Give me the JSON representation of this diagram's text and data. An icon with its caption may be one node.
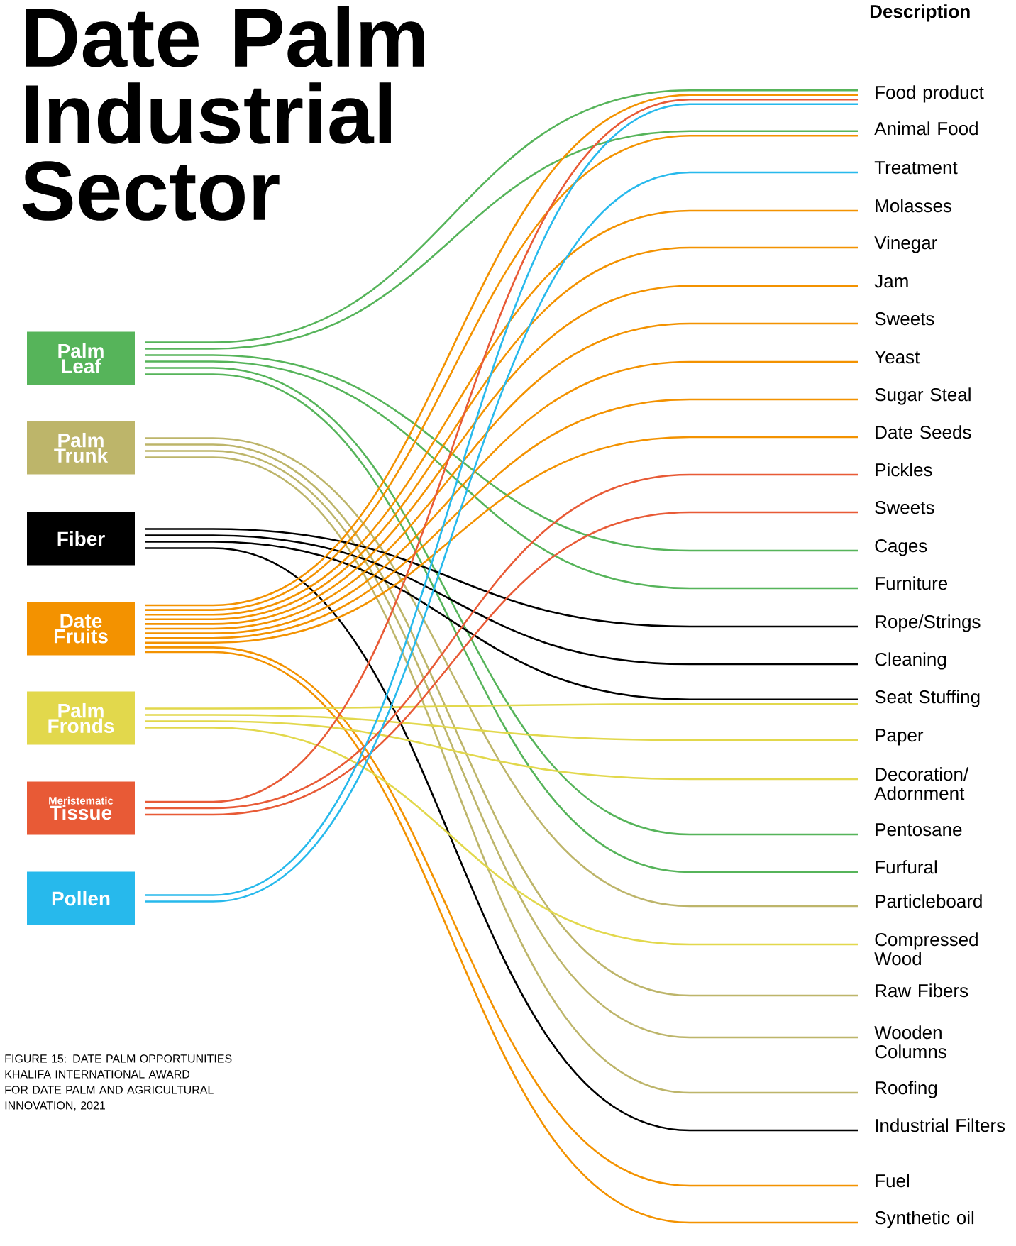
{
  "diagram": {
    "title": "Date Palm Industrial Sector",
    "caption": "FIGURE 15: DATE PALM OPPORTUNITIES KHALIFA INTERNATIONAL AWARD FOR DATE PALM AND AGRICULTURAL INNOVATION, 2021",
    "nodes": [
      {
        "text": [
          "Palm Leaf"
        ]
      },
      {
        "text": [
          "Palm Trunk"
        ]
      },
      {
        "text": [
          "Fiber"
        ]
      },
      {
        "text": [
          "Date Fruits"
        ]
      },
      {
        "text": [
          "Palm Fronds"
        ]
      },
      {
        "text": [
          "Meristematic",
          "Tissue"
        ]
      },
      {
        "text": [
          "Pollen"
        ]
      },
      {
        "text": [
          "Food product"
        ]
      },
      {
        "text": [
          "Animal Food"
        ]
      },
      {
        "text": [
          "Treatment"
        ]
      },
      {
        "text": [
          "Molasses"
        ]
      },
      {
        "text": [
          "Vinegar"
        ]
      },
      {
        "text": [
          "Jam"
        ]
      },
      {
        "text": [
          "Sweets"
        ]
      },
      {
        "text": [
          "Yeast"
        ]
      },
      {
        "text": [
          "Sugar Steal"
        ]
      },
      {
        "text": [
          "Date Seeds"
        ]
      },
      {
        "text": [
          "Pickles"
        ]
      },
      {
        "text": [
          "Sweets"
        ]
      },
      {
        "text": [
          "Cages"
        ]
      },
      {
        "text": [
          "Furniture"
        ]
      },
      {
        "text": [
          "Rope/Strings"
        ]
      },
      {
        "text": [
          "Cleaning"
        ]
      },
      {
        "text": [
          "Seat Stuffing"
        ]
      },
      {
        "text": [
          "Paper"
        ]
      },
      {
        "text": [
          "Decoration/ Adornment"
        ]
      },
      {
        "text": [
          "Pentosane"
        ]
      },
      {
        "text": [
          "Furfural"
        ]
      },
      {
        "text": [
          "Particleboard"
        ]
      },
      {
        "text": [
          "Compressed Wood"
        ]
      },
      {
        "text": [
          "Raw Fibers"
        ]
      },
      {
        "text": [
          "Wooden Columns"
        ]
      },
      {
        "text": [
          "Roofing"
        ]
      },
      {
        "text": [
          "Industrial Filters"
        ]
      },
      {
        "text": [
          "Fuel"
        ]
      },
      {
        "text": [
          "Synthetic oil"
        ]
      }
    ],
    "edges": [
      {
        "from": 0,
        "to": 7,
        "arrow": "none",
        "color": "#56b45a"
      },
      {
        "from": 0,
        "to": 8,
        "arrow": "none",
        "color": "#56b45a"
      },
      {
        "from": 0,
        "to": 19,
        "arrow": "none",
        "color": "#56b45a"
      },
      {
        "from": 0,
        "to": 20,
        "arrow": "none",
        "color": "#56b45a"
      },
      {
        "from": 0,
        "to": 26,
        "arrow": "none",
        "color": "#56b45a"
      },
      {
        "from": 0,
        "to": 27,
        "arrow": "none",
        "color": "#56b45a"
      },
      {
        "from": 1,
        "to": 28,
        "arrow": "none",
        "color": "#bdb56a"
      },
      {
        "from": 1,
        "to": 30,
        "arrow": "none",
        "color": "#bdb56a"
      },
      {
        "from": 1,
        "to": 31,
        "arrow": "none",
        "color": "#bdb56a"
      },
      {
        "from": 1,
        "to": 32,
        "arrow": "none",
        "color": "#bdb56a"
      },
      {
        "from": 2,
        "to": 21,
        "arrow": "none",
        "color": "#000000"
      },
      {
        "from": 2,
        "to": 22,
        "arrow": "none",
        "color": "#000000"
      },
      {
        "from": 2,
        "to": 23,
        "arrow": "none",
        "color": "#000000"
      },
      {
        "from": 2,
        "to": 33,
        "arrow": "none",
        "color": "#000000"
      },
      {
        "from": 3,
        "to": 7,
        "arrow": "none"
      },
      {
        "from": 3,
        "to": 8,
        "arrow": "none"
      },
      {
        "from": 3,
        "to": 10,
        "arrow": "none"
      },
      {
        "from": 3,
        "to": 11,
        "arrow": "none"
      },
      {
        "from": 3,
        "to": 12,
        "arrow": "none"
      },
      {
        "from": 3,
        "to": 13,
        "arrow": "none"
      },
      {
        "from": 3,
        "to": 14,
        "arrow": "none"
      },
      {
        "from": 3,
        "to": 15,
        "arrow": "none"
      },
      {
        "from": 3,
        "to": 16,
        "arrow": "none"
      },
      {
        "from": 3,
        "to": 34,
        "arrow": "none"
      },
      {
        "from": 3,
        "to": 35,
        "arrow": "none"
      },
      {
        "from": 4,
        "to": 23,
        "arrow": "none",
        "color": "#e2d84c"
      },
      {
        "from": 4,
        "to": 24,
        "arrow": "none",
        "color": "#e2d84c"
      },
      {
        "from": 4,
        "to": 25,
        "arrow": "none",
        "color": "#e2d84c"
      },
      {
        "from": 4,
        "to": 29,
        "arrow": "none",
        "color": "#e2d84c"
      },
      {
        "from": 5,
        "to": 7,
        "arrow": "none",
        "color": "#e85a36"
      },
      {
        "from": 5,
        "to": 17,
        "arrow": "none",
        "color": "#e85a36"
      },
      {
        "from": 5,
        "to": 18,
        "arrow": "none",
        "color": "#e85a36"
      },
      {
        "from": 6,
        "to": 7,
        "arrow": "none",
        "color": "#27b9ec"
      },
      {
        "from": 6,
        "to": 9,
        "arrow": "none",
        "color": "#27b9ec"
      }
    ],
    "labels": [
      "Description"
    ]
  }
}
